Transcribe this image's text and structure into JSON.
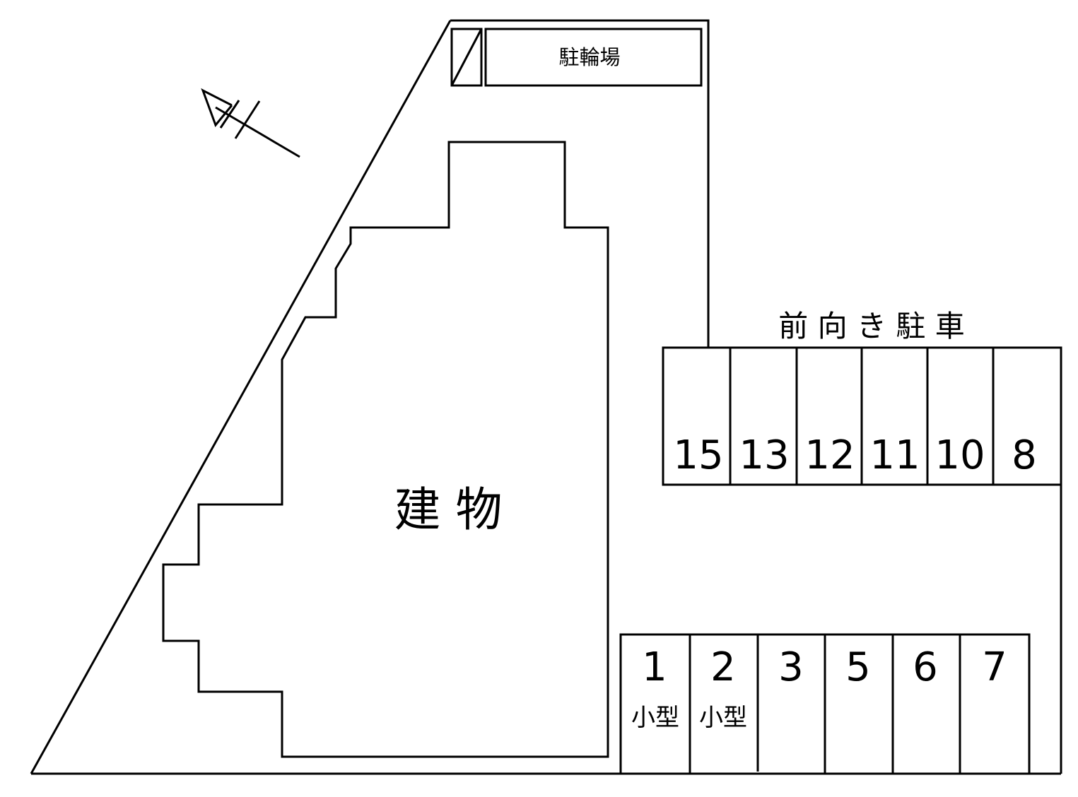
{
  "labels": {
    "bicycle_parking": "駐輪場",
    "building": "建 物",
    "forward_parking": "前 向 き 駐 車"
  },
  "upper_row": {
    "spaces": [
      "15",
      "13",
      "12",
      "11",
      "10",
      "8"
    ]
  },
  "lower_row": {
    "spaces": [
      {
        "number": "1",
        "note": "小型"
      },
      {
        "number": "2",
        "note": "小型"
      },
      {
        "number": "3",
        "note": ""
      },
      {
        "number": "5",
        "note": ""
      },
      {
        "number": "6",
        "note": ""
      },
      {
        "number": "7",
        "note": ""
      }
    ]
  },
  "north_arrow": {
    "icon": "north-arrow-icon"
  }
}
